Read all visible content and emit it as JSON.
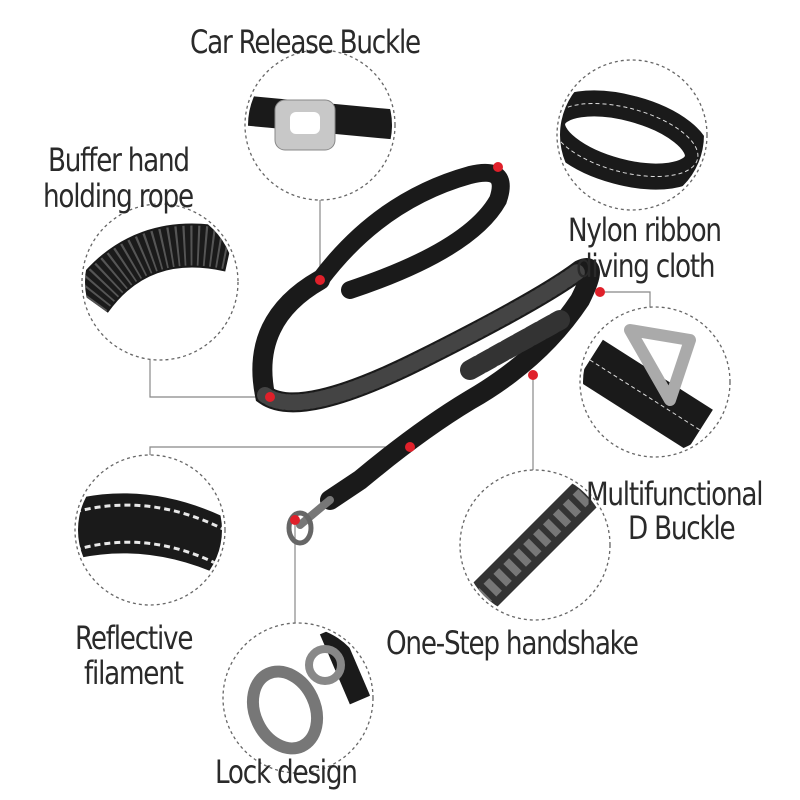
{
  "labels": {
    "car_release": "Car Release Buckle",
    "buffer_line1": "Buffer hand",
    "buffer_line2": "holding rope",
    "nylon_line1": "Nylon ribbon",
    "nylon_line2": "diving cloth",
    "dbuckle_line1": "Multifunctional",
    "dbuckle_line2": "D Buckle",
    "reflective_line1": "Reflective",
    "reflective_line2": "filament",
    "handshake": "One-Step handshake",
    "lock": "Lock design"
  },
  "colors": {
    "leash": "#1a1a1a",
    "dot": "#e0202a",
    "line": "#888888",
    "reflective": "#e8e8e8"
  }
}
